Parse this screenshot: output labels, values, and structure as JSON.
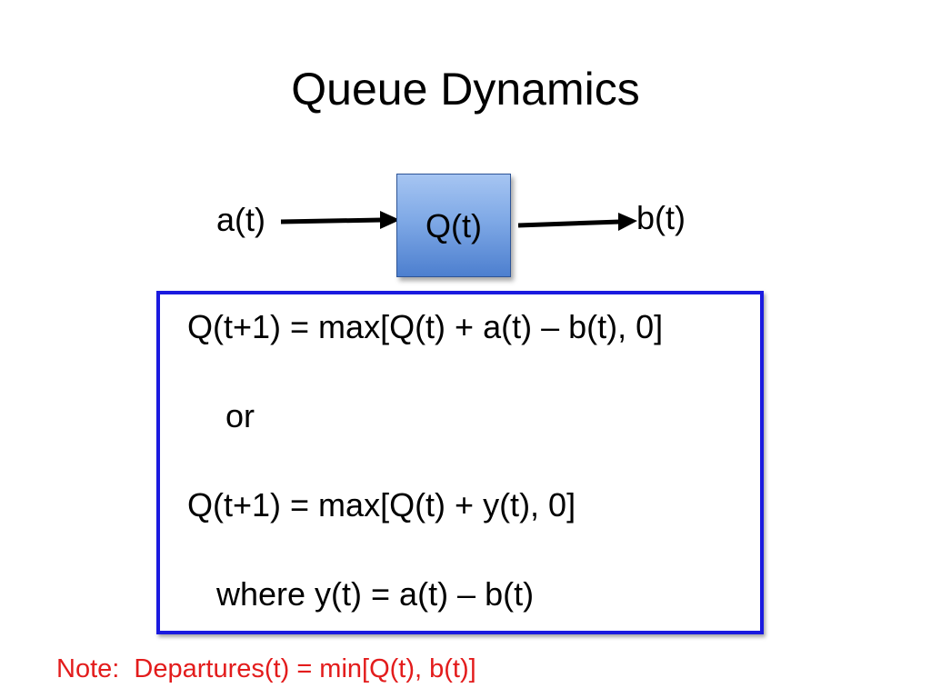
{
  "slide": {
    "title": "Queue Dynamics"
  },
  "diagram": {
    "input_label": "a(t)",
    "queue_label": "Q(t)",
    "output_label": "b(t)",
    "queue_color": "#7fa9e6",
    "arrow_color": "#000000"
  },
  "equations": {
    "border_color": "#1a1adf",
    "line1": "Q(t+1) = max[Q(t) + a(t) – b(t), 0]",
    "or": "or",
    "line2": "Q(t+1) = max[Q(t) + y(t), 0]",
    "where": "where y(t) = a(t) – b(t)"
  },
  "note": {
    "text": "Note:  Departures(t) = min[Q(t), b(t)]",
    "color": "#e31c1c"
  }
}
